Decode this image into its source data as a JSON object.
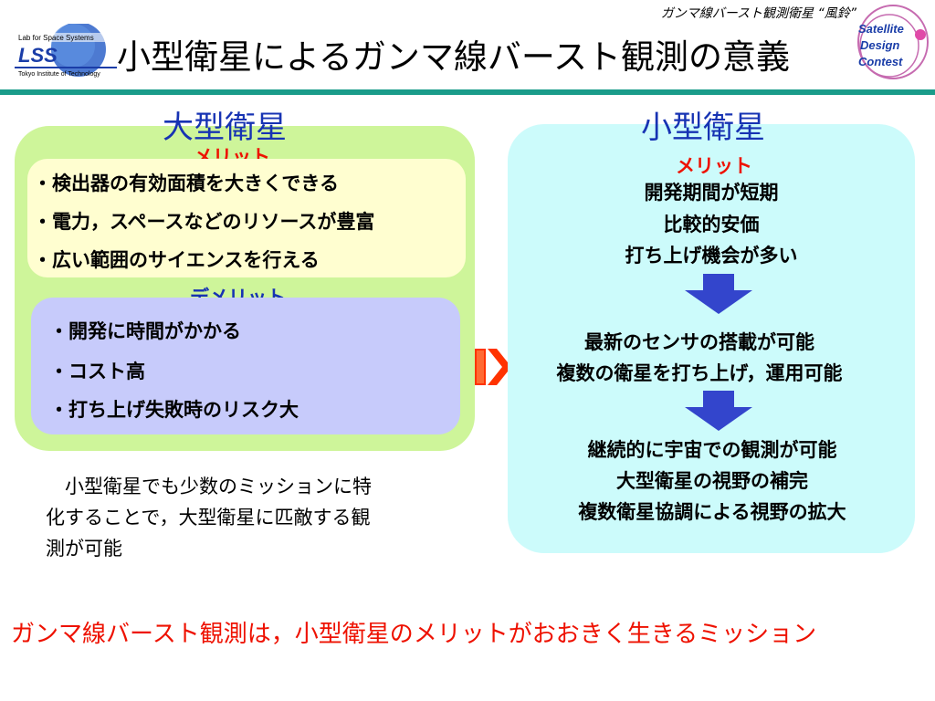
{
  "header": {
    "caption": "ガンマ線バースト観測衛星 “風鈴”",
    "title": "小型衛星によるガンマ線バースト観測の意義",
    "lab_logo_line1": "Lab for Space Systems",
    "lab_logo_mark": "LSS",
    "lab_logo_line2": "Tokyo Institute of Technology",
    "sdc_logo_lines": [
      "Satellite",
      "Design",
      "Contest"
    ]
  },
  "large_satellite": {
    "title": "大型衛星",
    "merit_label": "メリット",
    "merits": [
      "・検出器の有効面積を大きくできる",
      "・電力，スペースなどのリソースが豊富",
      "・広い範囲のサイエンスを行える"
    ],
    "demerit_label": "デメリット",
    "demerits": [
      "・開発に時間がかかる",
      "・コスト高",
      "・打ち上げ失敗時のリスク大"
    ]
  },
  "note": {
    "lines": [
      "　小型衛星でも少数のミッションに特",
      "化することで，大型衛星に匹敵する観",
      "測が可能"
    ]
  },
  "small_satellite": {
    "title": "小型衛星",
    "merit_label": "メリット",
    "merits": [
      "開発期間が短期",
      "比較的安価",
      "打ち上げ機会が多い"
    ],
    "step2": [
      "最新のセンサの搭載が可能",
      "複数の衛星を打ち上げ，運用可能"
    ],
    "step3": [
      "継続的に宇宙での観測が可能",
      "大型衛星の視野の補完",
      "複数衛星協調による視野の拡大"
    ]
  },
  "conclusion": "ガンマ線バースト観測は，小型衛星のメリットがおおきく生きるミッション",
  "colors": {
    "title_blue": "#1733b3",
    "merit_red": "#ee1100",
    "accent_teal": "#1a9c8a",
    "large_panel_green": "#cef59a",
    "merit_box_yellow": "#fffed0",
    "demerit_box_lavender": "#c7cbfb",
    "small_panel_cyan": "#ccfbfb"
  }
}
